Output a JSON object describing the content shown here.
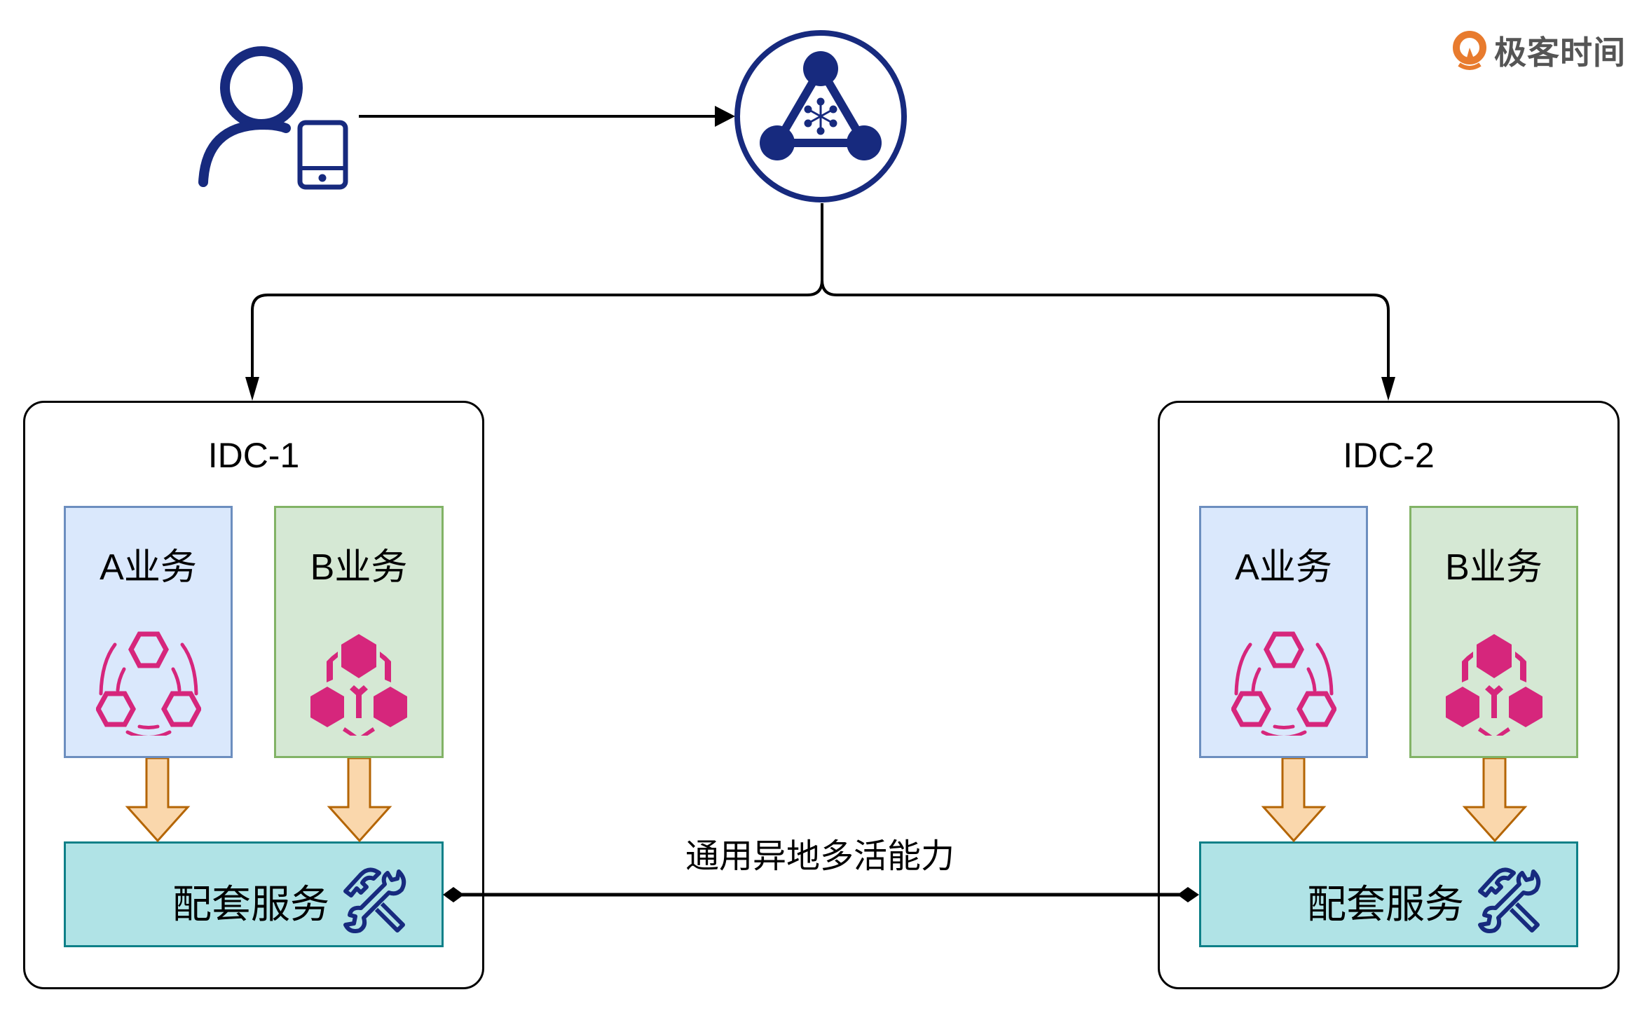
{
  "logo": {
    "text": "极客时间",
    "icon": "geektime-logo-icon",
    "color": "#e87b2e"
  },
  "top": {
    "user_icon": "user-with-tablet-icon",
    "gateway_icon": "load-balancer-icon",
    "icon_color": "#172a7e"
  },
  "datacenters": [
    {
      "title": "IDC-1",
      "services": [
        {
          "label": "A业务",
          "icon": "service-cluster-outline-icon"
        },
        {
          "label": "B业务",
          "icon": "service-cluster-filled-icon"
        }
      ],
      "support": {
        "label": "配套服务",
        "icon": "tools-icon"
      }
    },
    {
      "title": "IDC-2",
      "services": [
        {
          "label": "A业务",
          "icon": "service-cluster-outline-icon"
        },
        {
          "label": "B业务",
          "icon": "service-cluster-filled-icon"
        }
      ],
      "support": {
        "label": "配套服务",
        "icon": "tools-icon"
      }
    }
  ],
  "link": {
    "label": "通用异地多活能力"
  },
  "colors": {
    "service_a_fill": "#dae8fc",
    "service_a_stroke": "#6c8ebf",
    "service_b_fill": "#d5e8d4",
    "service_b_stroke": "#82b366",
    "support_fill": "#b0e3e6",
    "support_stroke": "#0e8088",
    "arrow_fill": "#fad7ac",
    "arrow_stroke": "#b46504",
    "icon_magenta": "#d6267c"
  }
}
